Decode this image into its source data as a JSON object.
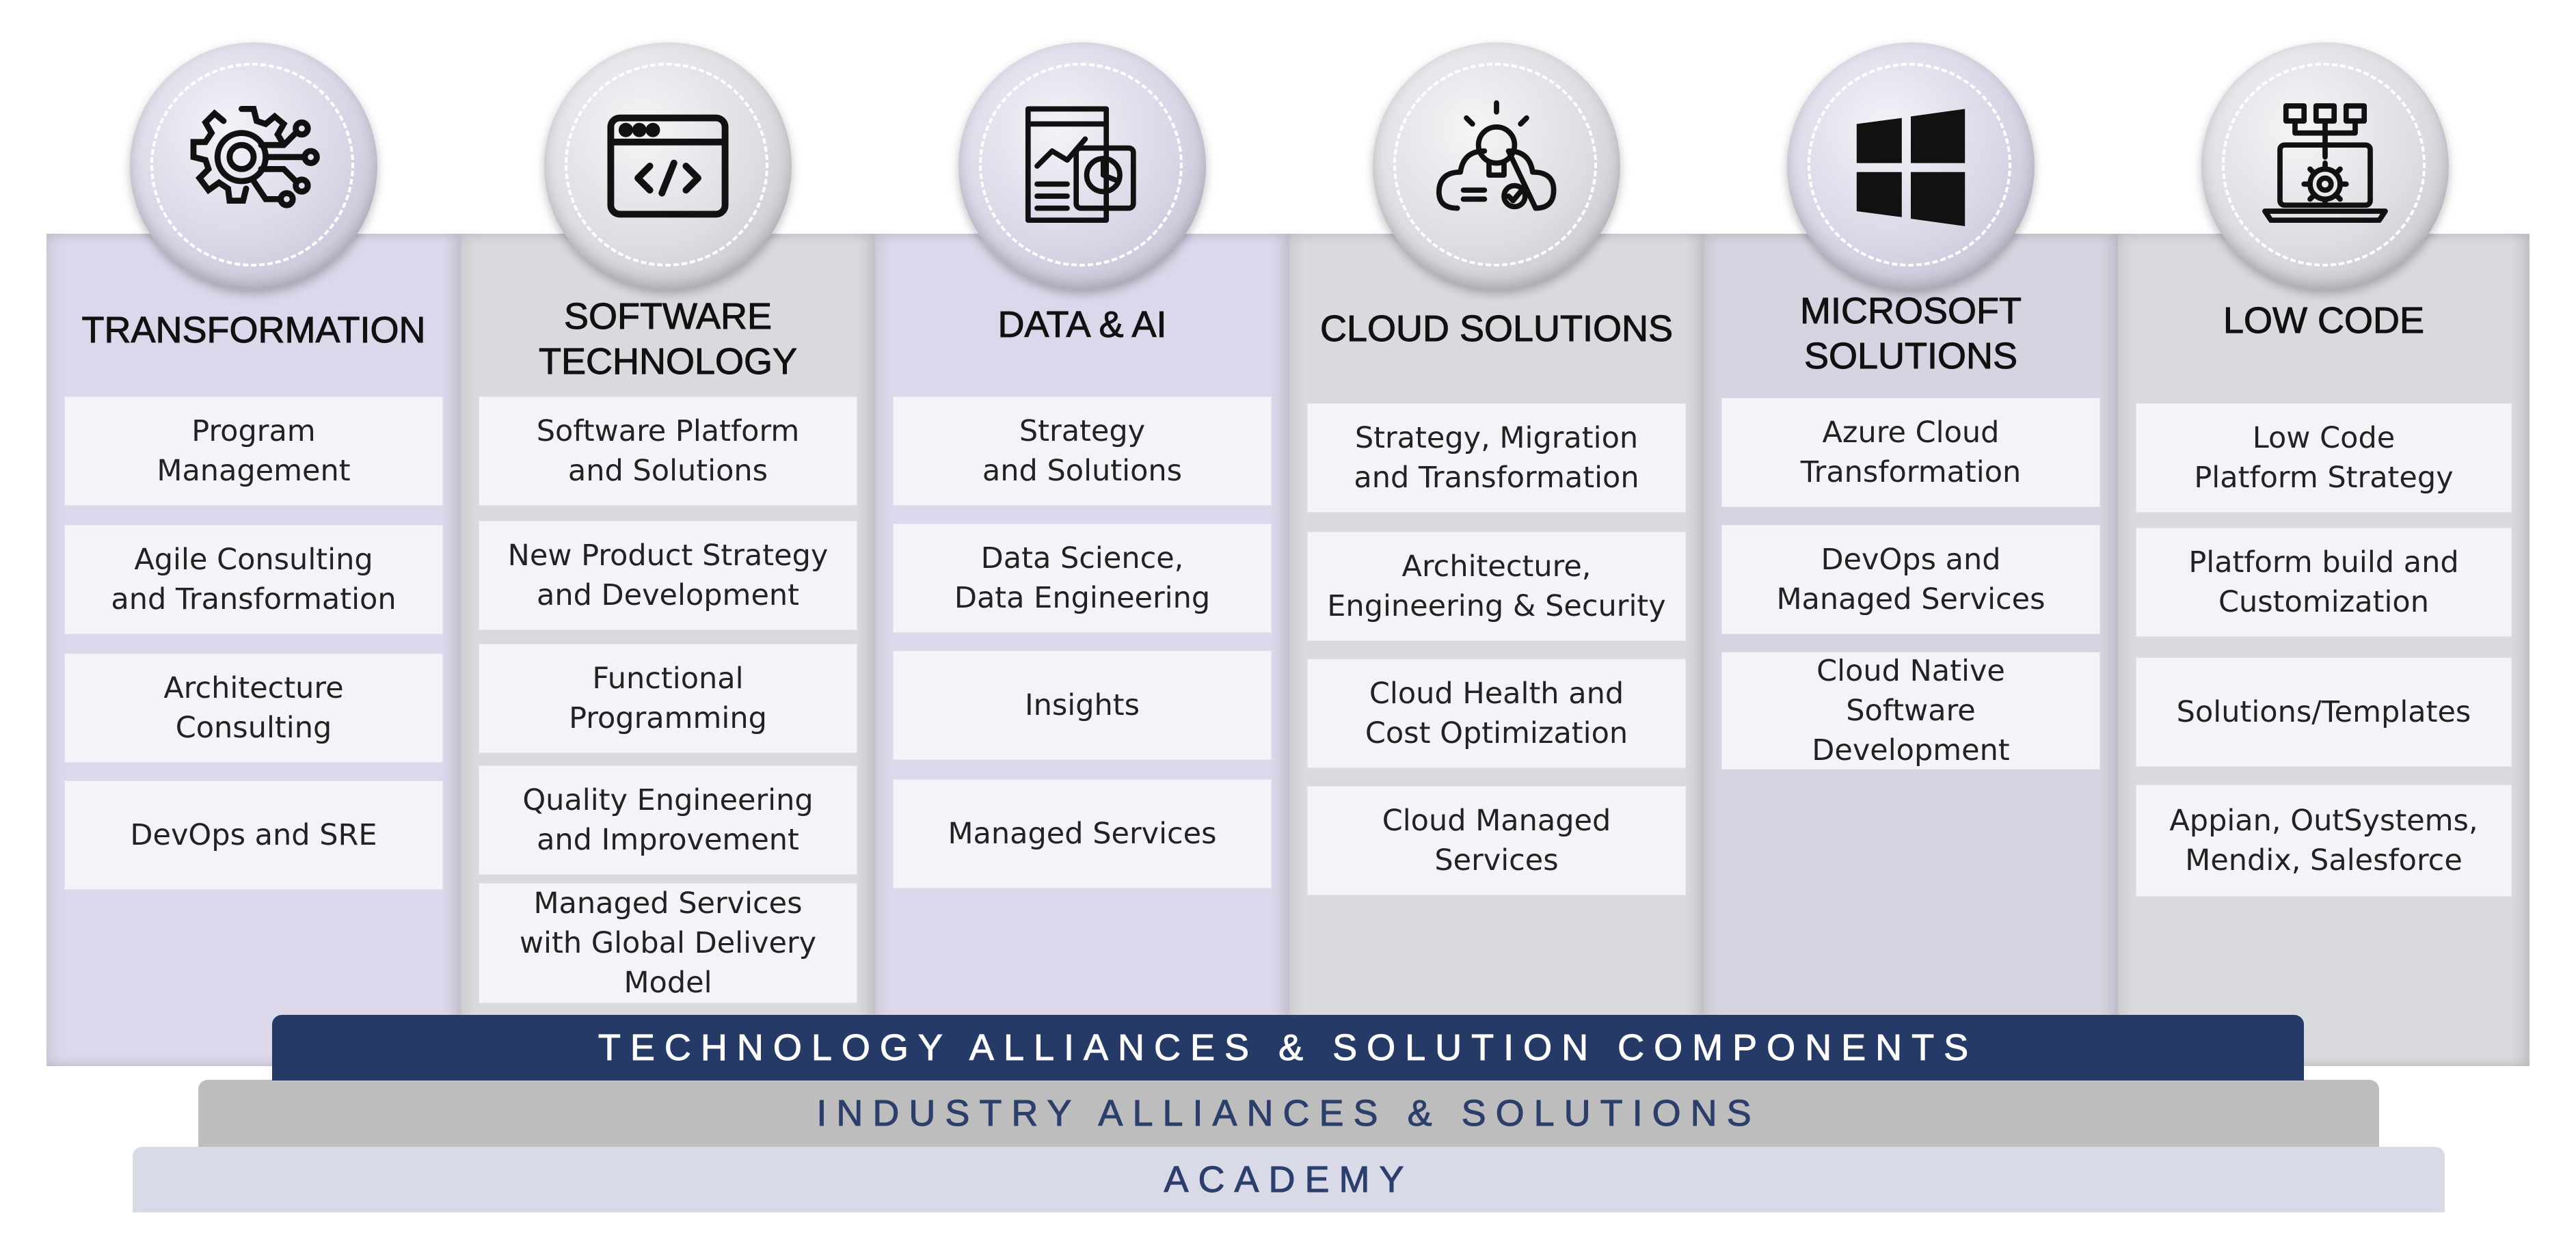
{
  "pillars": [
    {
      "title": "TRANSFORMATION",
      "icon": "gear-circuit-icon",
      "items": [
        "Program\nManagement",
        "Agile Consulting\nand Transformation",
        "Architecture\nConsulting",
        "DevOps and SRE"
      ]
    },
    {
      "title": "SOFTWARE\nTECHNOLOGY",
      "icon": "code-window-icon",
      "items": [
        "Software Platform\nand Solutions",
        "New Product Strategy\nand Development",
        "Functional\nProgramming",
        "Quality Engineering\nand Improvement",
        "Managed Services\nwith Global Delivery\nModel"
      ]
    },
    {
      "title": "DATA & AI",
      "icon": "data-analytics-icon",
      "items": [
        "Strategy\nand Solutions",
        "Data Science,\nData Engineering",
        "Insights",
        "Managed Services"
      ]
    },
    {
      "title": "CLOUD SOLUTIONS",
      "icon": "cloud-idea-icon",
      "items": [
        "Strategy, Migration\nand Transformation",
        "Architecture,\nEngineering & Security",
        "Cloud Health and\nCost Optimization",
        "Cloud Managed\nServices"
      ]
    },
    {
      "title": "MICROSOFT\nSOLUTIONS",
      "icon": "windows-logo-icon",
      "items": [
        "Azure Cloud\nTransformation",
        "DevOps and\nManaged Services",
        "Cloud Native\nSoftware\nDevelopment"
      ]
    },
    {
      "title": "LOW CODE",
      "icon": "laptop-gear-icon",
      "items": [
        "Low Code\nPlatform Strategy",
        "Platform build and\nCustomization",
        "Solutions/Templates",
        "Appian, OutSystems,\nMendix, Salesforce"
      ]
    }
  ],
  "bands": {
    "technology": "TECHNOLOGY ALLIANCES & SOLUTION COMPONENTS",
    "industry": "INDUSTRY ALLIANCES & SOLUTIONS",
    "academy": "ACADEMY"
  },
  "colors": {
    "navy": "#253a66",
    "lavender": "#dcd7ea",
    "gray": "#d8dade",
    "box": "#f3f3f8"
  }
}
